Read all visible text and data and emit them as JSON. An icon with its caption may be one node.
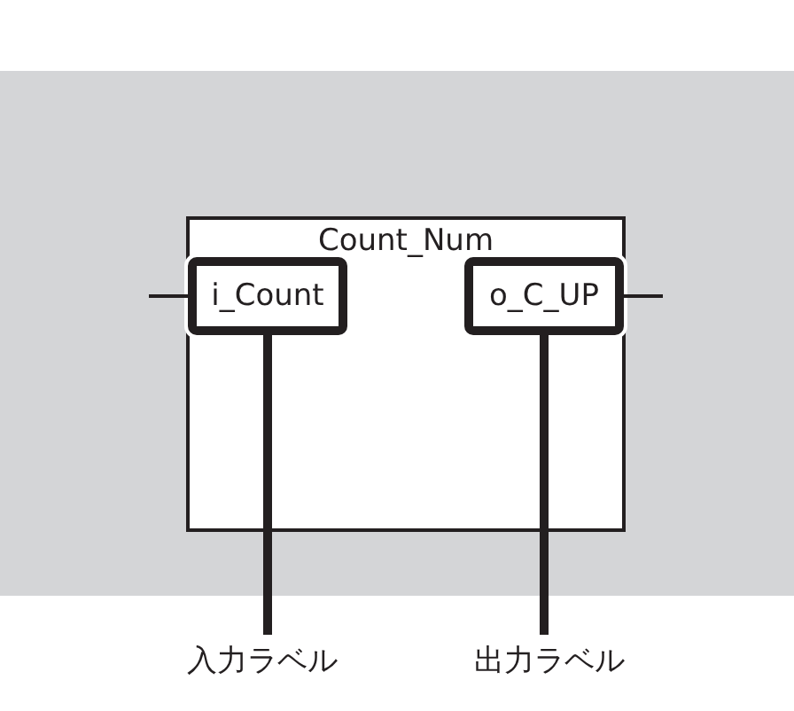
{
  "diagram": {
    "nodes": [
      {
        "text": [
          "Count_Num"
        ]
      },
      {
        "text": [
          "i_Count"
        ],
        "in": 0
      },
      {
        "text": [
          "o_C_UP"
        ],
        "in": 0
      },
      {
        "text": [
          "入力ラベル"
        ]
      },
      {
        "text": [
          "出力ラベル"
        ]
      }
    ],
    "edges": [
      {
        "from": 3,
        "to": 1,
        "arrow": "none",
        "style": "thick"
      },
      {
        "from": 4,
        "to": 2,
        "arrow": "none",
        "style": "thick"
      },
      {
        "from": null,
        "to": 1,
        "arrow": "none"
      },
      {
        "from": 2,
        "to": null,
        "arrow": "none"
      }
    ]
  }
}
